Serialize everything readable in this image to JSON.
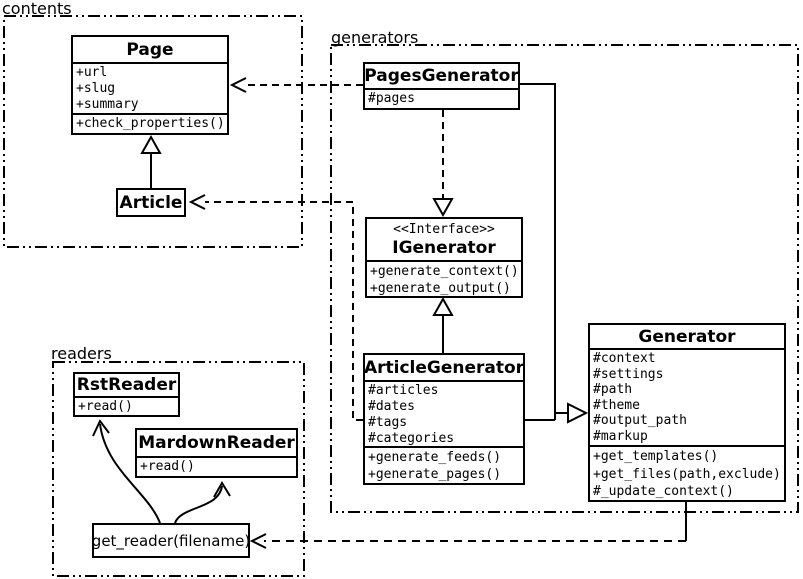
{
  "colors": {
    "line": "#000000",
    "background": "#ffffff",
    "box_fill": "#ffffff"
  },
  "packages": {
    "contents": {
      "label": "contents"
    },
    "generators": {
      "label": "generators"
    },
    "readers": {
      "label": "readers"
    }
  },
  "classes": {
    "page": {
      "name": "Page",
      "attributes": [
        "+url",
        "+slug",
        "+summary"
      ],
      "methods": [
        "+check_properties()"
      ]
    },
    "article": {
      "name": "Article"
    },
    "pages_generator": {
      "name": "PagesGenerator",
      "attributes": [
        "#pages"
      ]
    },
    "igenerator": {
      "stereotype": "<<Interface>>",
      "name": "IGenerator",
      "methods": [
        "+generate_context()",
        "+generate_output()"
      ]
    },
    "article_generator": {
      "name": "ArticleGenerator",
      "attributes": [
        "#articles",
        "#dates",
        "#tags",
        "#categories"
      ],
      "methods": [
        "+generate_feeds()",
        "+generate_pages()"
      ]
    },
    "generator": {
      "name": "Generator",
      "attributes": [
        "#context",
        "#settings",
        "#path",
        "#theme",
        "#output_path",
        "#markup"
      ],
      "methods": [
        "+get_templates()",
        "+get_files(path,exclude)",
        "#_update_context()"
      ]
    },
    "rst_reader": {
      "name": "RstReader",
      "methods": [
        "+read()"
      ]
    },
    "markdown_reader": {
      "name": "MardownReader",
      "methods": [
        "+read()"
      ]
    },
    "get_reader": {
      "label": "get_reader(filename)"
    }
  },
  "relationships": [
    {
      "from": "Article",
      "to": "Page",
      "type": "generalization"
    },
    {
      "from": "PagesGenerator",
      "to": "Page",
      "type": "dependency"
    },
    {
      "from": "PagesGenerator",
      "to": "IGenerator",
      "type": "realization"
    },
    {
      "from": "ArticleGenerator",
      "to": "IGenerator",
      "type": "generalization"
    },
    {
      "from": "ArticleGenerator",
      "to": "Article",
      "type": "dependency"
    },
    {
      "from": "PagesGenerator",
      "to": "Generator",
      "type": "generalization"
    },
    {
      "from": "ArticleGenerator",
      "to": "Generator",
      "type": "generalization"
    },
    {
      "from": "Generator",
      "to": "get_reader(filename)",
      "type": "dependency"
    },
    {
      "from": "get_reader(filename)",
      "to": "RstReader",
      "type": "arrow"
    },
    {
      "from": "get_reader(filename)",
      "to": "MardownReader",
      "type": "arrow"
    }
  ]
}
